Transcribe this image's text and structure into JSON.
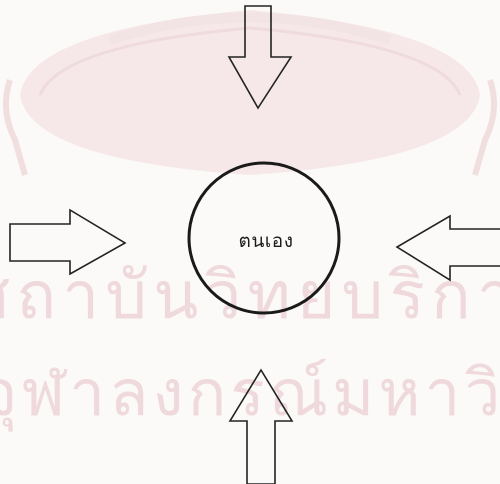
{
  "diagram": {
    "center_label": "ตนเอง",
    "arrows": [
      "top-pointing-down",
      "left-pointing-right",
      "right-pointing-left",
      "bottom-pointing-up"
    ]
  },
  "watermark": {
    "line1": "สถาบันวิทยบริการ",
    "line2": "จุฬาลงกรณ์มหาวิทยาลัย"
  },
  "colors": {
    "ink": "#222222",
    "watermark": "#e8cfd3",
    "background": "#fbfaf8"
  }
}
